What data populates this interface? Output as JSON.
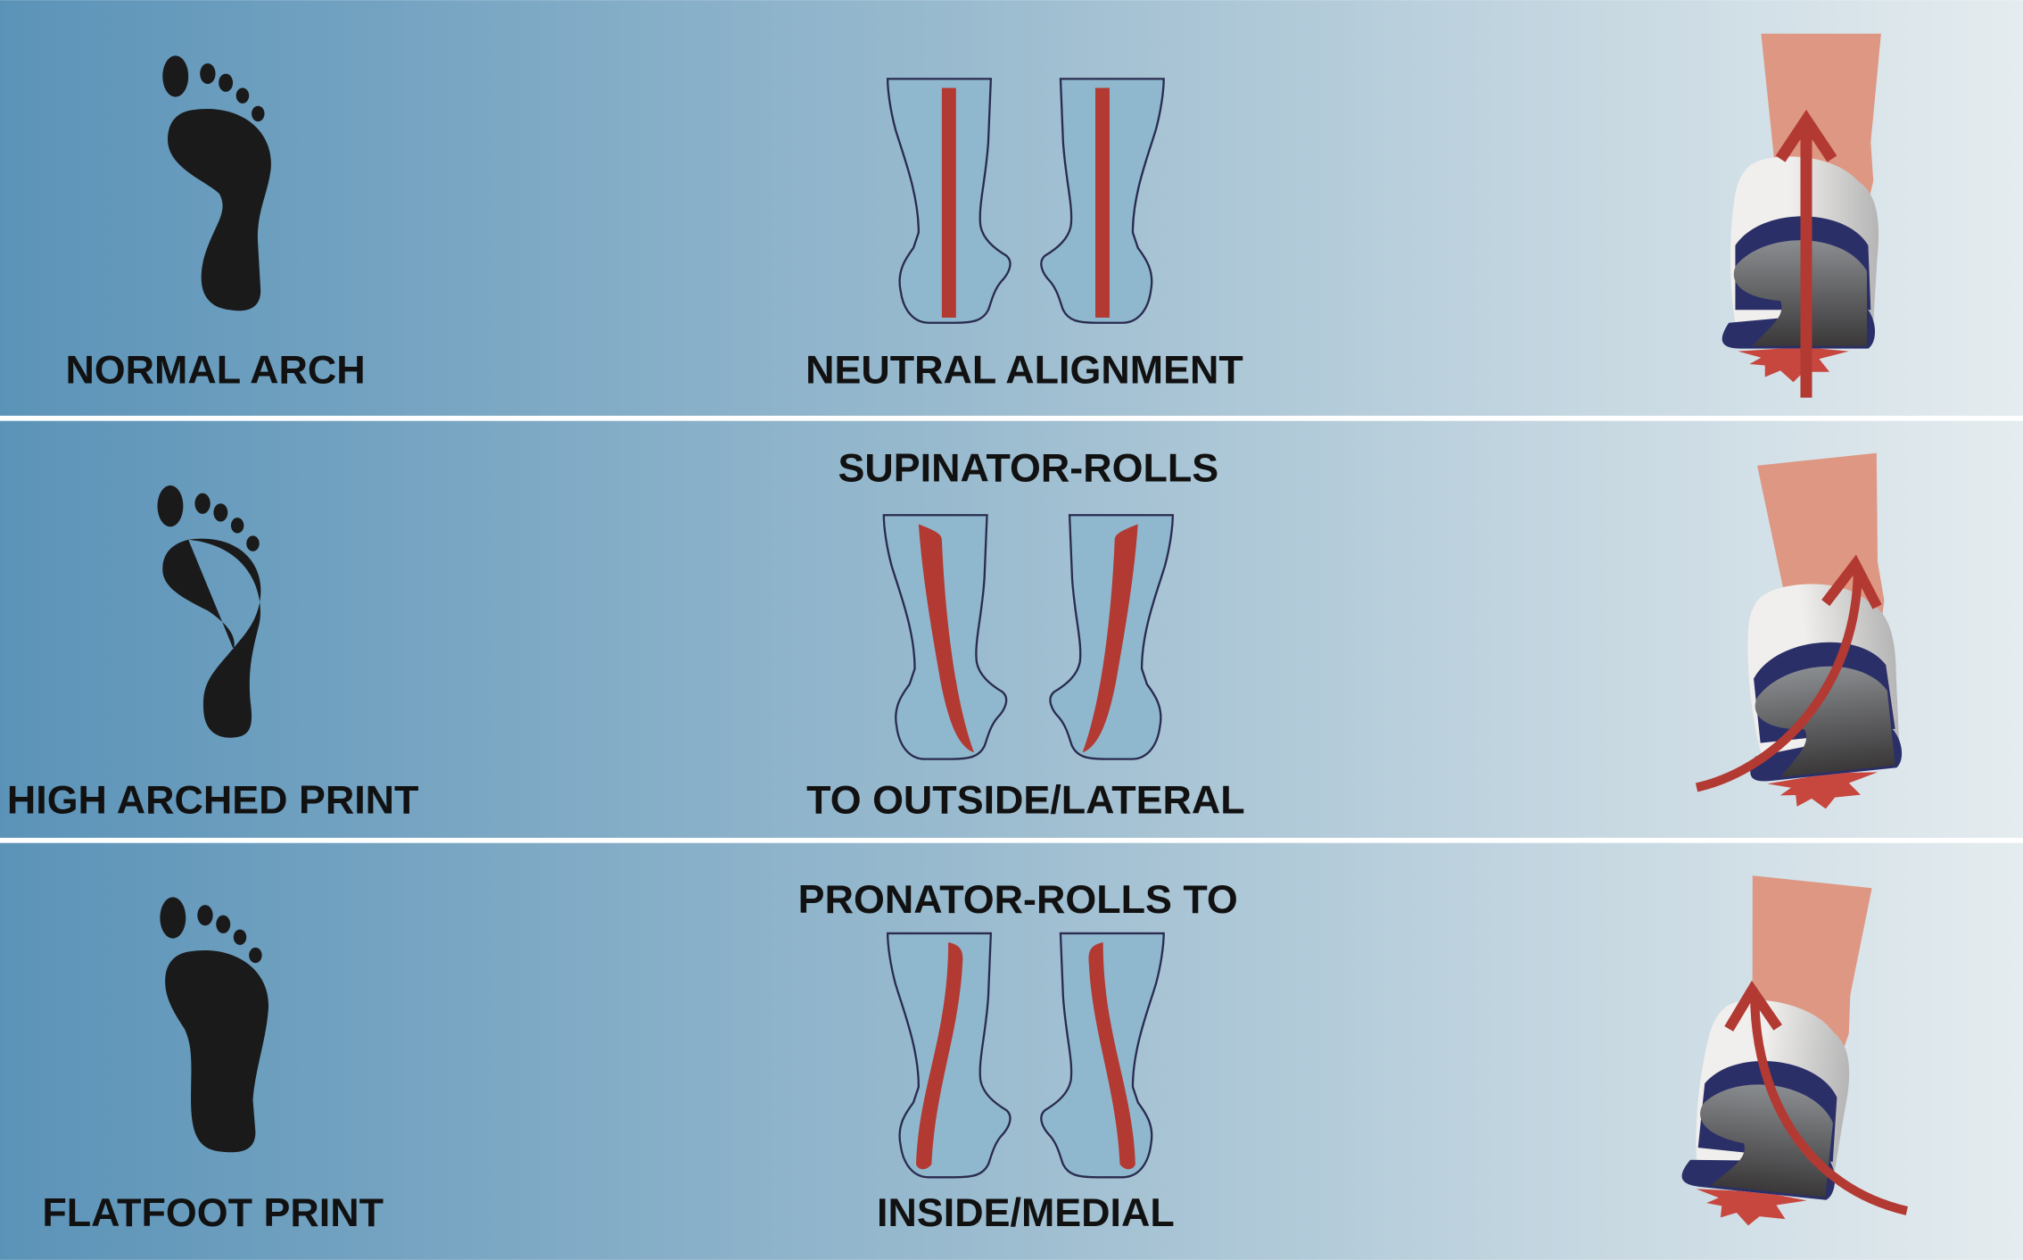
{
  "colors": {
    "bg_left": "#5b93b8",
    "bg_right": "#e5ecef",
    "red": "#b23a33",
    "navy": "#2b2f68",
    "skin": "#de9782"
  },
  "rows": [
    {
      "foot_label": "NORMAL ARCH",
      "alignment_top": "",
      "alignment_bottom": "NEUTRAL ALIGNMENT"
    },
    {
      "foot_label": "HIGH ARCHED PRINT",
      "alignment_top": "SUPINATOR-ROLLS",
      "alignment_bottom": "TO OUTSIDE/LATERAL"
    },
    {
      "foot_label": "FLATFOOT PRINT",
      "alignment_top": "PRONATOR-ROLLS TO",
      "alignment_bottom": "INSIDE/MEDIAL"
    }
  ]
}
